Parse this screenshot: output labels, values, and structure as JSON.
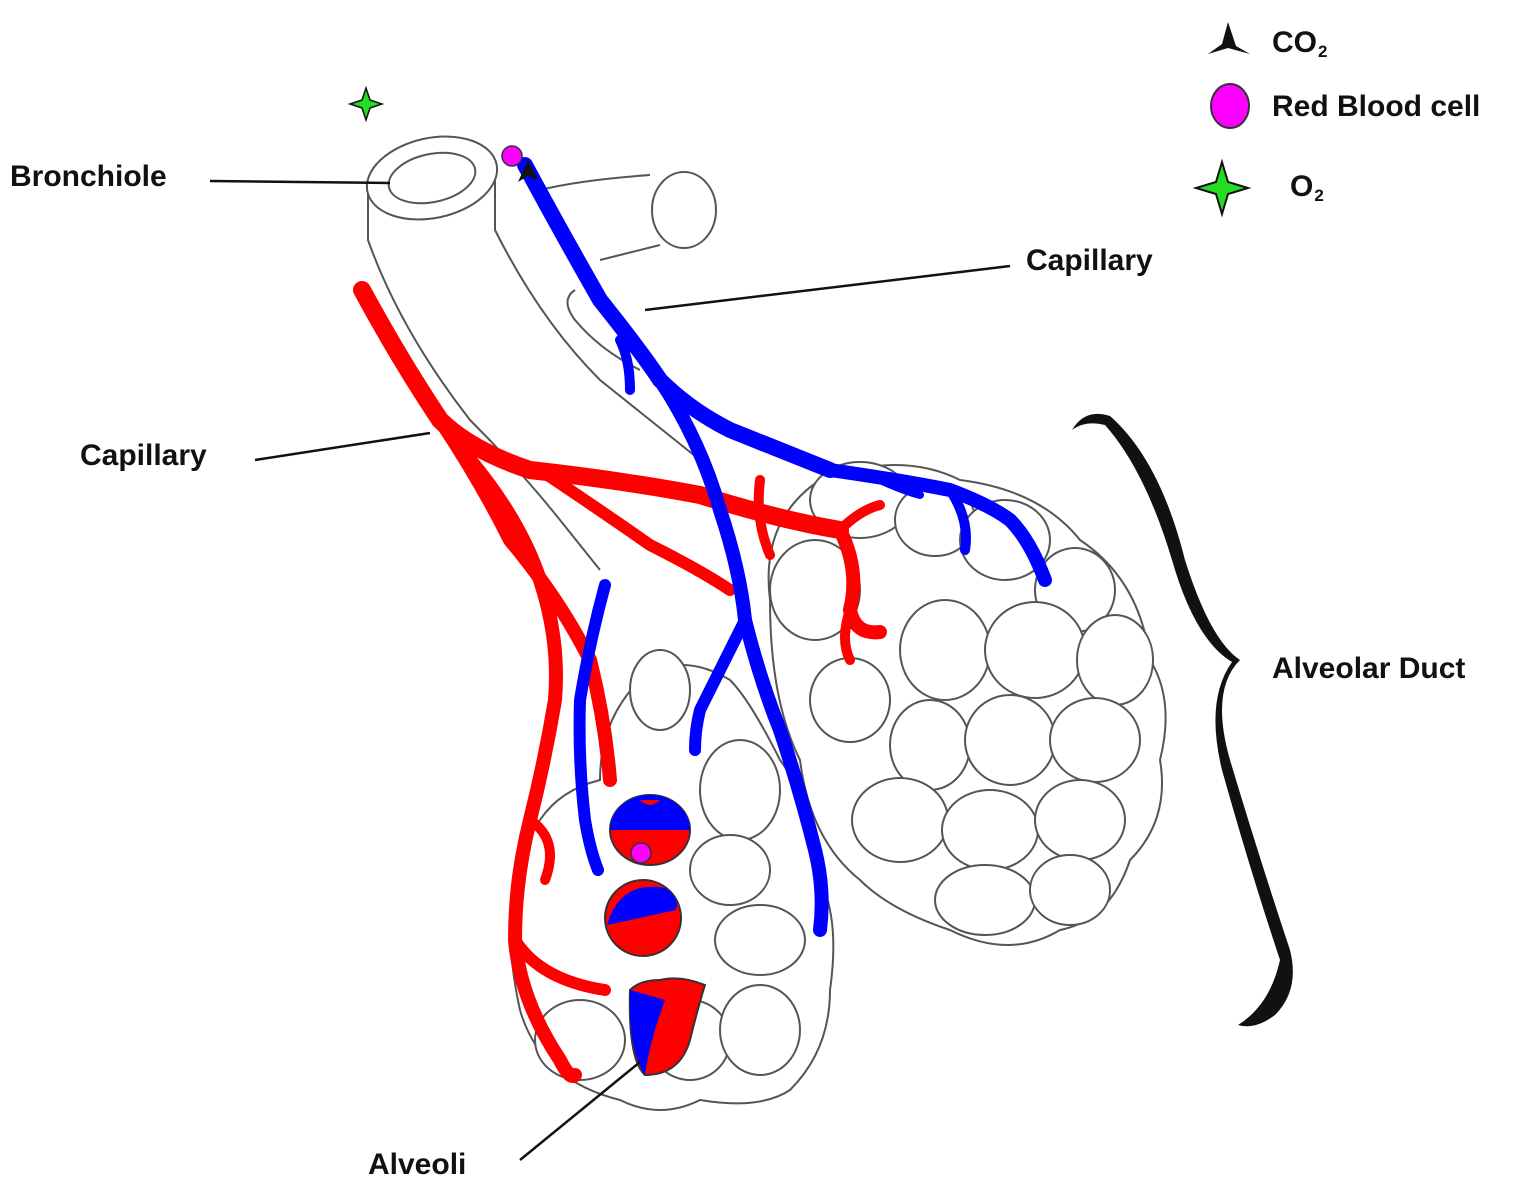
{
  "legend": {
    "co2": {
      "label": "CO",
      "sub": "2",
      "icon": "co2-triangle-icon"
    },
    "rbc": {
      "label": "Red Blood cell",
      "icon": "red-blood-cell-icon"
    },
    "o2": {
      "label": "O",
      "sub": "2",
      "icon": "oxygen-star-icon"
    }
  },
  "labels": {
    "bronchiole": "Bronchiole",
    "capillary_top": "Capillary",
    "capillary_left": "Capillary",
    "alveolar_duct": "Alveolar Duct",
    "alveoli": "Alveoli"
  },
  "colors": {
    "oxygenated": "#ff0000",
    "deoxygenated": "#0000ff",
    "red_blood_cell": "#ff00ff",
    "oxygen": "#22dd22",
    "outline": "#555555"
  }
}
